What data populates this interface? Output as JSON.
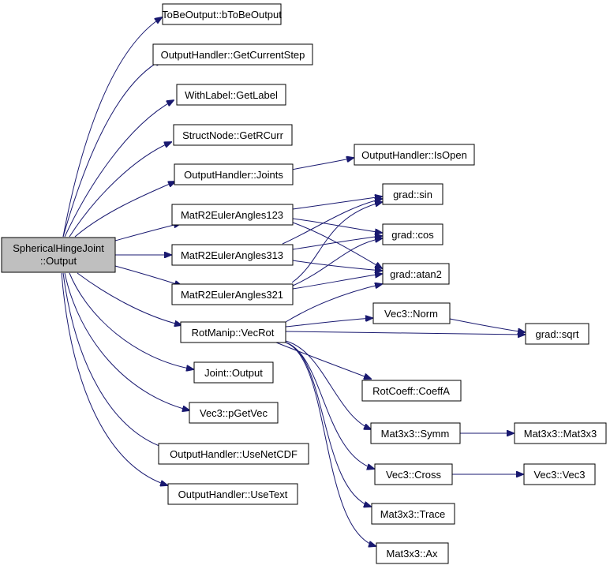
{
  "colors": {
    "edge": "#191970",
    "root_fill": "#bfbfbf",
    "node_fill": "#ffffff",
    "border": "#000000"
  },
  "nodes": {
    "root": {
      "line1": "SphericalHingeJoint",
      "line2": "::Output"
    },
    "tobeoutput": "ToBeOutput::bToBeOutput",
    "getcurrentstep": "OutputHandler::GetCurrentStep",
    "getlabel": "WithLabel::GetLabel",
    "getrcurr": "StructNode::GetRCurr",
    "joints": "OutputHandler::Joints",
    "isopen": "OutputHandler::IsOpen",
    "mat123": "MatR2EulerAngles123",
    "mat313": "MatR2EulerAngles313",
    "mat321": "MatR2EulerAngles321",
    "sin": "grad::sin",
    "cos": "grad::cos",
    "atan2": "grad::atan2",
    "vecrot": "RotManip::VecRot",
    "norm": "Vec3::Norm",
    "sqrt": "grad::sqrt",
    "jointoutput": "Joint::Output",
    "pgetvec": "Vec3::pGetVec",
    "coeffa": "RotCoeff::CoeffA",
    "symm": "Mat3x3::Symm",
    "mat3x3": "Mat3x3::Mat3x3",
    "usenetcdf": "OutputHandler::UseNetCDF",
    "cross": "Vec3::Cross",
    "vec3": "Vec3::Vec3",
    "usetext": "OutputHandler::UseText",
    "trace": "Mat3x3::Trace",
    "ax": "Mat3x3::Ax"
  }
}
